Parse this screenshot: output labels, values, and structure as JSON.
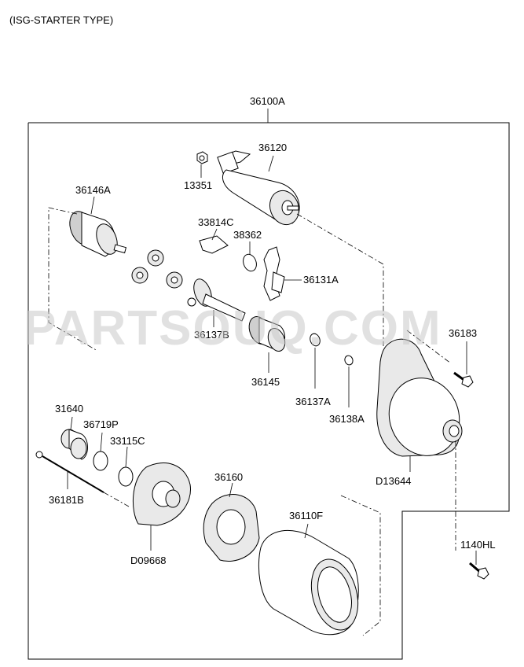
{
  "header": {
    "title": "(ISG-STARTER TYPE)"
  },
  "watermark": "PARTSOUQ.COM",
  "assembly": {
    "label": "36100A"
  },
  "parts": {
    "p36120": "36120",
    "p13351": "13351",
    "p36146A": "36146A",
    "p33814C": "33814C",
    "p38362": "38362",
    "p36131A": "36131A",
    "p36137B": "36137B",
    "p36183": "36183",
    "p36145": "36145",
    "p36137A": "36137A",
    "p36138A": "36138A",
    "p31640": "31640",
    "p36719P": "36719P",
    "p33115C": "33115C",
    "p36181B": "36181B",
    "p36160": "36160",
    "pD13644": "D13644",
    "p36110F": "36110F",
    "p1140HL": "1140HL",
    "pD09668": "D09668"
  }
}
